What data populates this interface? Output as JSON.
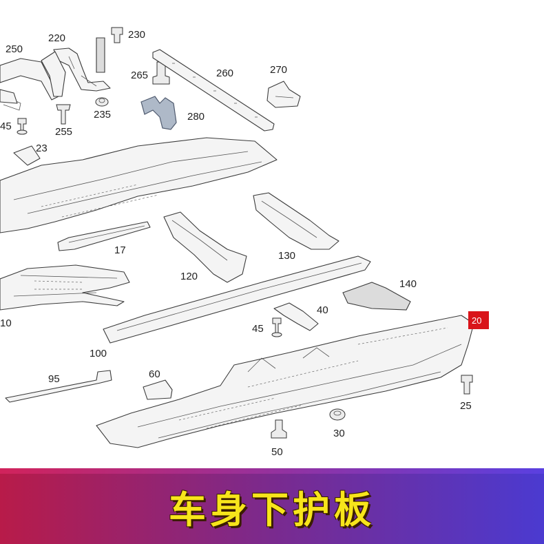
{
  "labels": {
    "p220": "220",
    "p230": "230",
    "p250": "250",
    "p260": "260",
    "p270": "270",
    "p265": "265",
    "p280": "280",
    "p235": "235",
    "p255": "255",
    "p45a": "45",
    "p23": "23",
    "p17": "17",
    "p120": "120",
    "p130": "130",
    "p140": "140",
    "p10": "10",
    "p40": "40",
    "p45b": "45",
    "p100": "100",
    "p20": "20",
    "p95": "95",
    "p60": "60",
    "p25": "25",
    "p30": "30",
    "p50": "50"
  },
  "banner": {
    "title": "车身下护板"
  },
  "colors": {
    "highlight": "#d9141a",
    "banner_start": "#b81b49",
    "banner_end": "#4b3ad0",
    "title": "#f7e51b"
  }
}
